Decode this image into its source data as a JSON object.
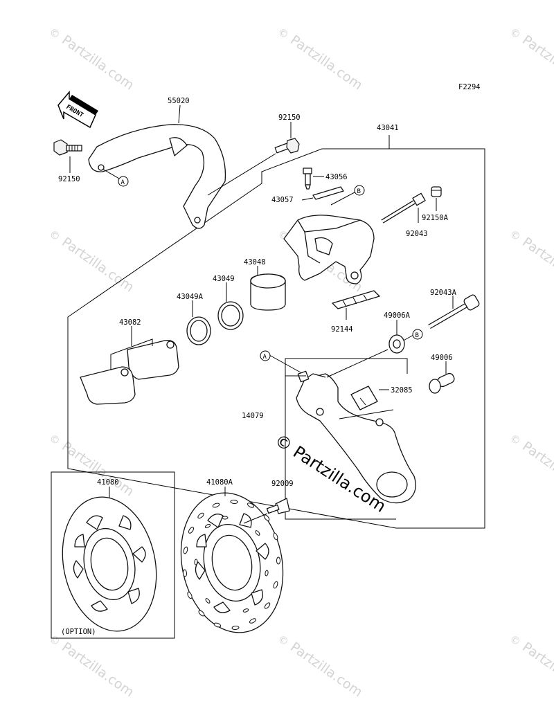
{
  "figure_id": "F2294",
  "front_label": "FRONT",
  "option_label": "(OPTION)",
  "watermark": "Partzilla.com",
  "watermark_copyright": "©",
  "main_watermark": "© Partzilla.com",
  "ref_a": "A",
  "ref_b": "B",
  "parts": {
    "p55020": "55020",
    "p92150_left": "92150",
    "p92150_top": "92150",
    "p43041": "43041",
    "p43056": "43056",
    "p43057": "43057",
    "p92043": "92043",
    "p92150A": "92150A",
    "p43048": "43048",
    "p43049": "43049",
    "p43049A": "43049A",
    "p43082": "43082",
    "p92144": "92144",
    "p49006A": "49006A",
    "p92043A": "92043A",
    "p49006": "49006",
    "p32085": "32085",
    "p14079": "14079",
    "p41080": "41080",
    "p41080A": "41080A",
    "p92009": "92009"
  }
}
